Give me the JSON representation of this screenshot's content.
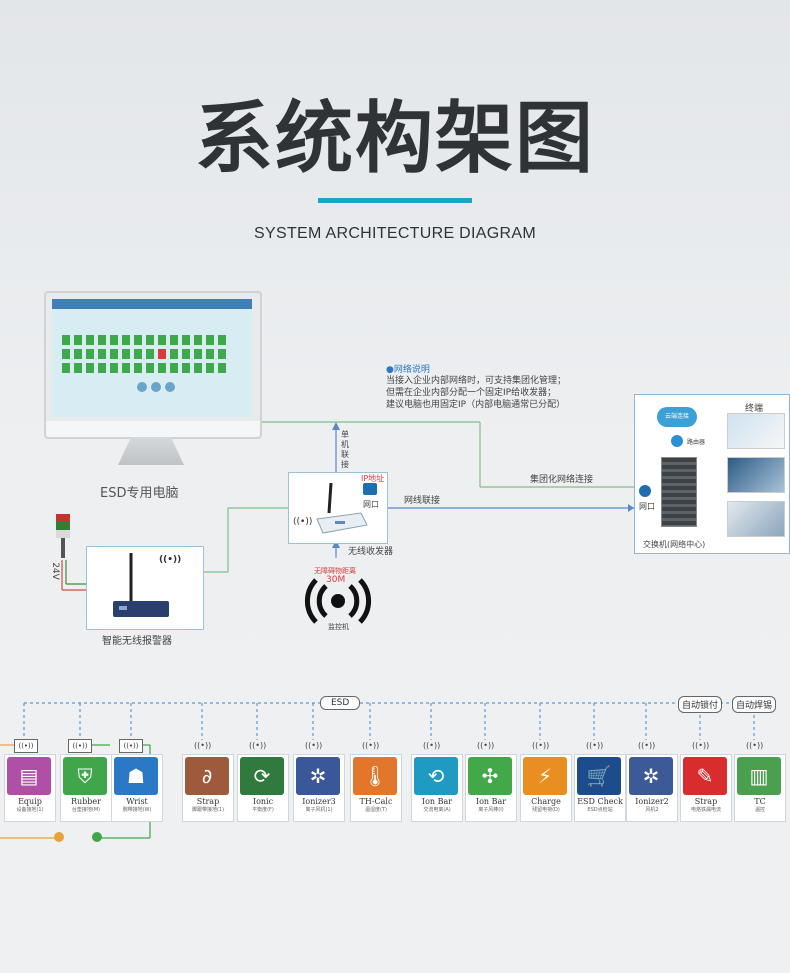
{
  "header": {
    "title": "系统构架图",
    "subtitle": "SYSTEM ARCHITECTURE DIAGRAM"
  },
  "computer": {
    "label": "ESD专用电脑"
  },
  "network_note": {
    "heading": "●网络说明",
    "lines": [
      "当接入企业内部网络时，可支持集团化管理；",
      "但需在企业内部分配一个固定IP给收发器；",
      "建议电脑也用固定IP（内部电脑通常已分配）"
    ]
  },
  "links": {
    "single_pc": [
      "单",
      "机",
      "联",
      "接"
    ],
    "group_network": "集团化网络连接",
    "network_link": "网线联接"
  },
  "transceiver": {
    "label": "无线收发器",
    "ip_tag": "IP地址",
    "port_label": "网口"
  },
  "switch_center": {
    "title": "终端",
    "cloud_label": "云端连接",
    "router_label": "路由器",
    "port_label": "网口",
    "caption": "交换机(网络中心)"
  },
  "alarm": {
    "label": "智能无线报警器",
    "voltage": "24V"
  },
  "range": {
    "text": "无障碍物距离",
    "value": "30M",
    "caption": "监控机"
  },
  "bus": {
    "esd_label": "ESD",
    "auto_lock": "自动锁付",
    "auto_solder": "自动焊锡"
  },
  "devices": [
    {
      "name": "Equip",
      "sub": "设备接地(1)",
      "color": "#b04fa6",
      "icon": "equipment-icon"
    },
    {
      "name": "Rubber",
      "sub": "台垫接地(M)",
      "color": "#3fa64a",
      "icon": "shield-icon"
    },
    {
      "name": "Wrist",
      "sub": "腕带接地(W)",
      "color": "#2b78c4",
      "icon": "person-icon"
    },
    {
      "name": "Strap",
      "sub": "脚跟带接地(1)",
      "color": "#9e5a3c",
      "icon": "strap-icon"
    },
    {
      "name": "Ionic",
      "sub": "平衡度(F)",
      "color": "#2f7a3c",
      "icon": "ionic-icon"
    },
    {
      "name": "Ionizer3",
      "sub": "离子风机(1)",
      "color": "#3a5799",
      "icon": "fan-icon"
    },
    {
      "name": "TH-Calc",
      "sub": "温湿度(T)",
      "color": "#e2762a",
      "icon": "thermometer-icon"
    },
    {
      "name": "Ion Bar",
      "sub": "交流电离(A)",
      "color": "#1f9ac0",
      "icon": "refresh-icon"
    },
    {
      "name": "Ion Bar",
      "sub": "离子风棒(I)",
      "color": "#42a84a",
      "icon": "pinwheel-icon"
    },
    {
      "name": "Charge",
      "sub": "残留电荷(D)",
      "color": "#e98f21",
      "icon": "bolt-icon"
    },
    {
      "name": "ESD Check",
      "sub": "ESD点检站",
      "color": "#1d4c8c",
      "icon": "cart-icon"
    },
    {
      "name": "Ionizer2",
      "sub": "风机2",
      "color": "#3c5a98",
      "icon": "fan-icon"
    },
    {
      "name": "Strap",
      "sub": "电烙铁漏电流",
      "color": "#d92c2c",
      "icon": "iron-icon"
    },
    {
      "name": "TC",
      "sub": "温控",
      "color": "#4aa04e",
      "icon": "tc-icon"
    }
  ]
}
